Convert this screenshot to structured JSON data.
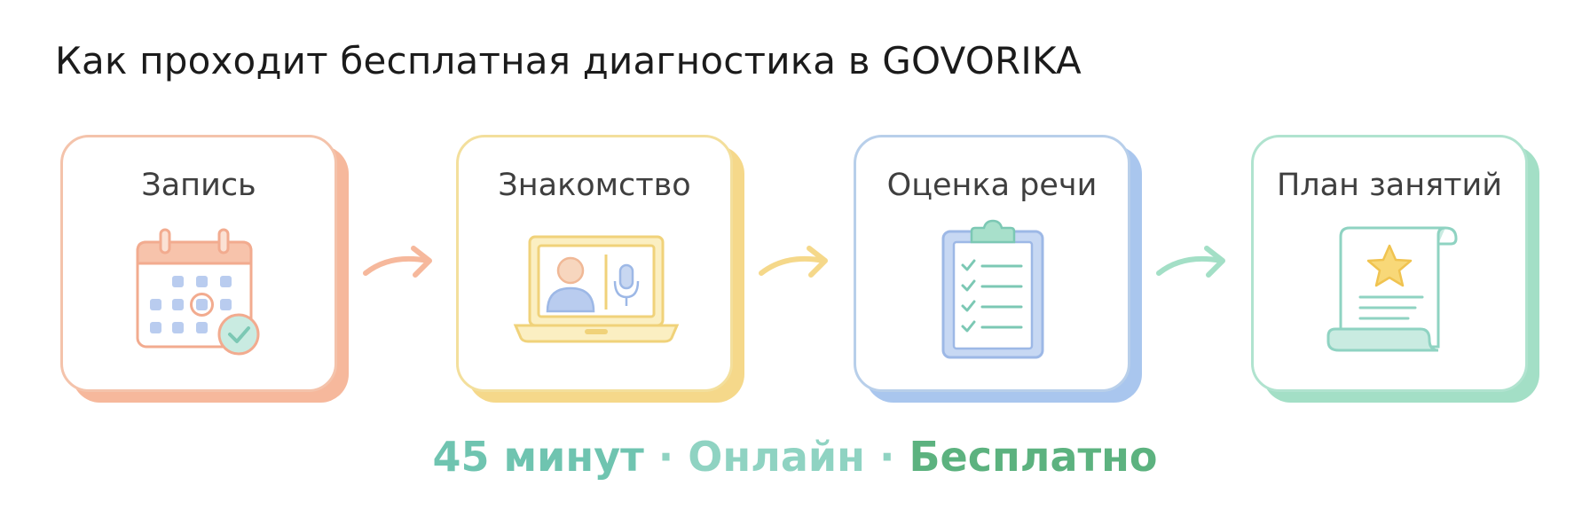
{
  "title": "Как проходит бесплатная диагностика в GOVORIKA",
  "steps": [
    {
      "label": "Запись",
      "icon": "calendar-check-icon",
      "color": "#f6b89c"
    },
    {
      "label": "Знакомство",
      "icon": "laptop-video-call-icon",
      "color": "#f5d88a"
    },
    {
      "label": "Оценка речи",
      "icon": "clipboard-checklist-icon",
      "color": "#a9c6ee"
    },
    {
      "label": "План занятий",
      "icon": "scroll-star-icon",
      "color": "#a3dfc6"
    }
  ],
  "footer": {
    "duration": "45 минут",
    "format": "Онлайн",
    "price": "Бесплатно",
    "separator": "·",
    "colors": {
      "duration": "#6fc4b0",
      "format": "#8fd3c2",
      "price": "#5cb27f"
    }
  }
}
